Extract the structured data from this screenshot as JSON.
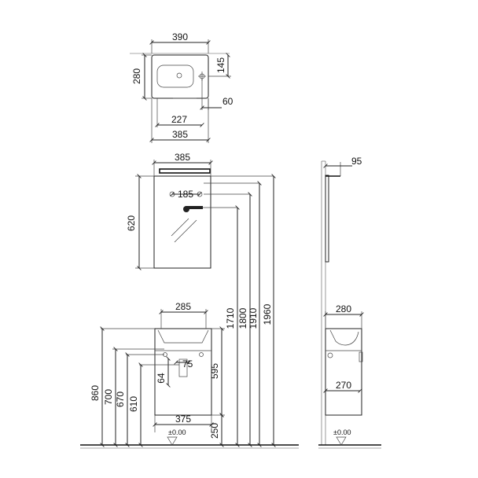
{
  "dimensions": {
    "basin_width_top": "390",
    "basin_depth": "280",
    "tap_offset": "145",
    "drain_offset": "60",
    "basin_inner": "227",
    "basin_width_bottom": "385",
    "mirror_width": "385",
    "mirror_fixing": "185",
    "mirror_height": "620",
    "mirror_depth": "95",
    "h_1710": "1710",
    "h_1800": "1800",
    "h_1910": "1910",
    "h_1960": "1960",
    "cabinet_top_width": "285",
    "cabinet_inner_width": "75",
    "cabinet_trap": "64",
    "cabinet_height": "595",
    "h_860": "860",
    "h_700": "700",
    "h_670": "670",
    "h_610": "610",
    "cabinet_width": "375",
    "cabinet_floor_gap": "250",
    "side_depth_top": "280",
    "side_depth_bottom": "270"
  },
  "floor_level_front": "±0.00",
  "floor_level_side": "±0.00",
  "colors": {
    "line": "#222222",
    "background": "#ffffff"
  }
}
